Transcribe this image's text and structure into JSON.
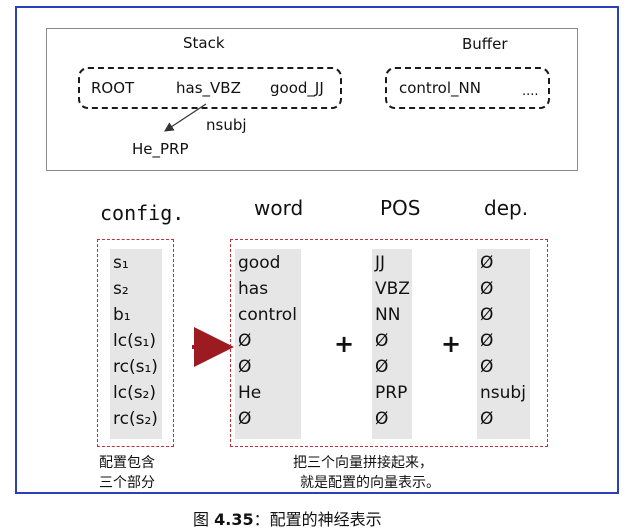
{
  "stack_panel": {
    "stack_title": "Stack",
    "buffer_title": "Buffer",
    "stack_tokens": [
      "ROOT",
      "has_VBZ",
      "good_JJ"
    ],
    "buffer_tokens": [
      "control_NN",
      "...."
    ],
    "arc_label": "nsubj",
    "dependent": "He_PRP"
  },
  "table": {
    "config_header": "config.",
    "word_header": "word",
    "pos_header": "POS",
    "dep_header": "dep.",
    "config": [
      "s₁",
      "s₂",
      "b₁",
      "lc(s₁)",
      "rc(s₁)",
      "lc(s₂)",
      "rc(s₂)"
    ],
    "word": [
      "good",
      "has",
      "control",
      "Ø",
      "Ø",
      "He",
      "Ø"
    ],
    "pos": [
      "JJ",
      "VBZ",
      "NN",
      "Ø",
      "Ø",
      "PRP",
      "Ø"
    ],
    "dep": [
      "Ø",
      "Ø",
      "Ø",
      "Ø",
      "Ø",
      "nsubj",
      "Ø"
    ],
    "plus_1": "+",
    "plus_2": "+",
    "note_left_1": "配置包含",
    "note_left_2": "三个部分",
    "note_right_1": "把三个向量拼接起来，",
    "note_right_2": "就是配置的向量表示。"
  },
  "caption": {
    "prefix": "图",
    "number": "4.35",
    "text": "：配置的神经表示"
  },
  "colors": {
    "frame": "#2a3fb8",
    "dashed_red": "#c0303a",
    "arrow": "#9b1b20",
    "column_fill": "#e6e6e6"
  }
}
